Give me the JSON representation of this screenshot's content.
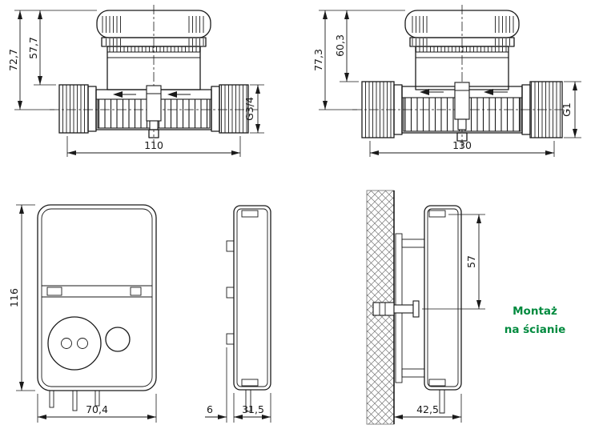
{
  "colors": {
    "line": "#1a1a1a",
    "accent_green": "#008a3e",
    "background": "#ffffff"
  },
  "views": {
    "meter_small": {
      "dim_height_total": "72,7",
      "dim_height_upper": "57,7",
      "dim_length": "110",
      "dim_thread": "G3/4"
    },
    "meter_large": {
      "dim_height_total": "77,3",
      "dim_height_upper": "60,3",
      "dim_length": "130",
      "dim_thread": "G1"
    },
    "calculator_front": {
      "dim_height": "116",
      "dim_width": "70,4"
    },
    "calculator_side": {
      "dim_clip_depth": "6",
      "dim_depth": "31,5"
    },
    "wall_mount": {
      "dim_hole_spacing": "57",
      "dim_depth": "42,5",
      "note_line1": "Montaż",
      "note_line2": "na ścianie"
    }
  }
}
